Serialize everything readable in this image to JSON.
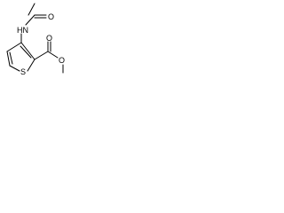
{
  "molecule": {
    "atoms": {
      "nh": "HN",
      "carbonyl_o_amide": "O",
      "thiophene_s": "S",
      "ester_carbonyl_o": "O",
      "ester_o": "O"
    },
    "colors": {
      "bond": "#000000",
      "background": "#ffffff"
    }
  }
}
